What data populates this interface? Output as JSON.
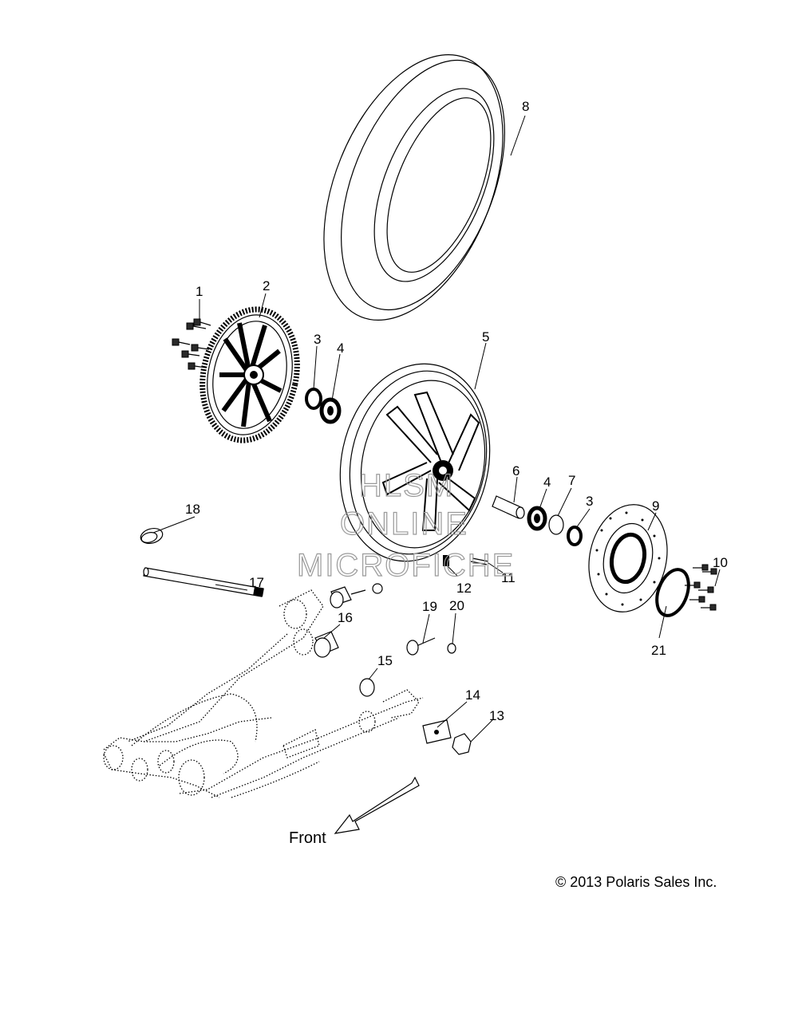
{
  "callouts": [
    {
      "id": "1",
      "label": "1"
    },
    {
      "id": "2",
      "label": "2"
    },
    {
      "id": "3a",
      "label": "3"
    },
    {
      "id": "4a",
      "label": "4"
    },
    {
      "id": "5",
      "label": "5"
    },
    {
      "id": "6",
      "label": "6"
    },
    {
      "id": "4b",
      "label": "4"
    },
    {
      "id": "7",
      "label": "7"
    },
    {
      "id": "3b",
      "label": "3"
    },
    {
      "id": "8",
      "label": "8"
    },
    {
      "id": "9",
      "label": "9"
    },
    {
      "id": "10",
      "label": "10"
    },
    {
      "id": "11",
      "label": "11"
    },
    {
      "id": "12",
      "label": "12"
    },
    {
      "id": "13",
      "label": "13"
    },
    {
      "id": "14",
      "label": "14"
    },
    {
      "id": "15",
      "label": "15"
    },
    {
      "id": "16",
      "label": "16"
    },
    {
      "id": "17",
      "label": "17"
    },
    {
      "id": "18",
      "label": "18"
    },
    {
      "id": "19",
      "label": "19"
    },
    {
      "id": "20",
      "label": "20"
    },
    {
      "id": "21",
      "label": "21"
    }
  ],
  "direction_label": "Front",
  "watermark": {
    "line1": "HLSM",
    "line2": "ONLINE",
    "line3": "MICROFICHE"
  },
  "copyright": "© 2013 Polaris Sales Inc."
}
